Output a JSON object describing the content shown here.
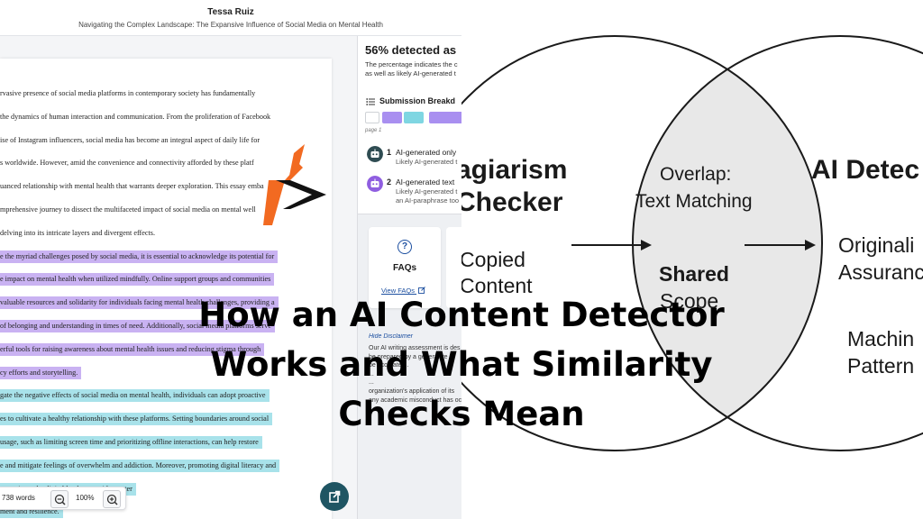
{
  "document": {
    "author": "Tessa Ruiz",
    "subtitle": "Navigating the Complex Landscape: The Expansive Influence of Social Media on Mental Health",
    "lines": [
      {
        "text": "rvasive presence of social media platforms in contemporary society has fundamentally",
        "hl": "none"
      },
      {
        "text": "the dynamics of human interaction and communication. From the proliferation of Facebook",
        "hl": "none"
      },
      {
        "text": "ise of Instagram influencers, social media has become an integral aspect of daily life for",
        "hl": "none"
      },
      {
        "text": "s worldwide. However, amid the convenience and connectivity afforded by these platf",
        "hl": "none"
      },
      {
        "text": "uanced relationship with mental health that warrants deeper exploration. This essay emba",
        "hl": "none"
      },
      {
        "text": "mprehensive journey to dissect the multifaceted impact of social media on mental well",
        "hl": "none"
      },
      {
        "text": "delving into its intricate layers and divergent effects.",
        "hl": "none"
      },
      {
        "text": "e the myriad challenges posed by social media, it is essential to acknowledge its potential for",
        "hl": "ai"
      },
      {
        "text": "e impact on mental health when utilized mindfully. Online support groups and communities",
        "hl": "ai"
      },
      {
        "text": "valuable resources and solidarity for individuals facing mental health challenges, providing a",
        "hl": "ai"
      },
      {
        "text": "of belonging and understanding in times of need. Additionally, social media platforms serve",
        "hl": "ai"
      },
      {
        "text": "erful tools for raising awareness about mental health issues and reducing stigma through",
        "hl": "ai"
      },
      {
        "text": "cy efforts and storytelling.",
        "hl": "ai"
      },
      {
        "text": "gate the negative effects of social media on mental health, individuals can adopt proactive",
        "hl": "para"
      },
      {
        "text": "es to cultivate a healthy relationship with these platforms. Setting boundaries around social",
        "hl": "para"
      },
      {
        "text": "usage, such as limiting screen time and prioritizing offline interactions, can help restore",
        "hl": "para"
      },
      {
        "text": "e and mitigate feelings of overwhelm and addiction. Moreover, promoting digital literacy and",
        "hl": "para"
      },
      {
        "text": "to navigate the digital landscape with greater",
        "hl": "para"
      },
      {
        "text": "ment and resilience.",
        "hl": "para"
      }
    ],
    "word_count": "738 words",
    "zoom": "100%"
  },
  "sidebar": {
    "percent": "56% detected as",
    "desc1": "The percentage indicates the c",
    "desc2": "as well as likely AI-generated t",
    "breakdown_title": "Submission Breakd",
    "page_label": "page 1",
    "cat1": {
      "num": "1",
      "label": "AI-generated only",
      "sub": "Likely AI-generated t"
    },
    "cat2": {
      "num": "2",
      "label": "AI-generated text",
      "sub1": "Likely AI-generated t",
      "sub2": "an AI-paraphrase too"
    },
    "faq_title": "FAQs",
    "faq_link": "View FAQs",
    "disclaimer_link": "Hide Disclaimer",
    "disclaimer_text": "Our AI writing assessment is des\nbe prepared by a generative AI\nbe accurate ...\n...\n...\norganization's application of its\nany academic misconduct has oc"
  },
  "venn": {
    "left_title1": "agiarism",
    "left_title2": "Checker",
    "left_body1": "Copied",
    "left_body2": "Content",
    "overlap1": "Overlap:",
    "overlap2": "Text Matching",
    "shared1": "Shared",
    "shared2": "Scope",
    "right_title": "AI Detec",
    "right_body1": "Originali",
    "right_body2": "Assuranc",
    "right_body3": "Machin",
    "right_body4": "Pattern"
  },
  "headline": {
    "line1": "How an AI Content Detector",
    "line2": "Works and What Similarity",
    "line3": "Checks Mean"
  },
  "colors": {
    "ai_highlight": "#c9b2f2",
    "paraphrase_highlight": "#a8e2ea",
    "venn_fill": "#e8e8e8",
    "logo_orange": "#f26a21",
    "fab": "#1f5563",
    "link": "#1c4fa0"
  },
  "icons": [
    "list-icon",
    "robot-icon",
    "question-icon",
    "external-link-icon",
    "zoom-out-icon",
    "zoom-in-icon",
    "export-icon",
    "arrow-right-icon"
  ]
}
